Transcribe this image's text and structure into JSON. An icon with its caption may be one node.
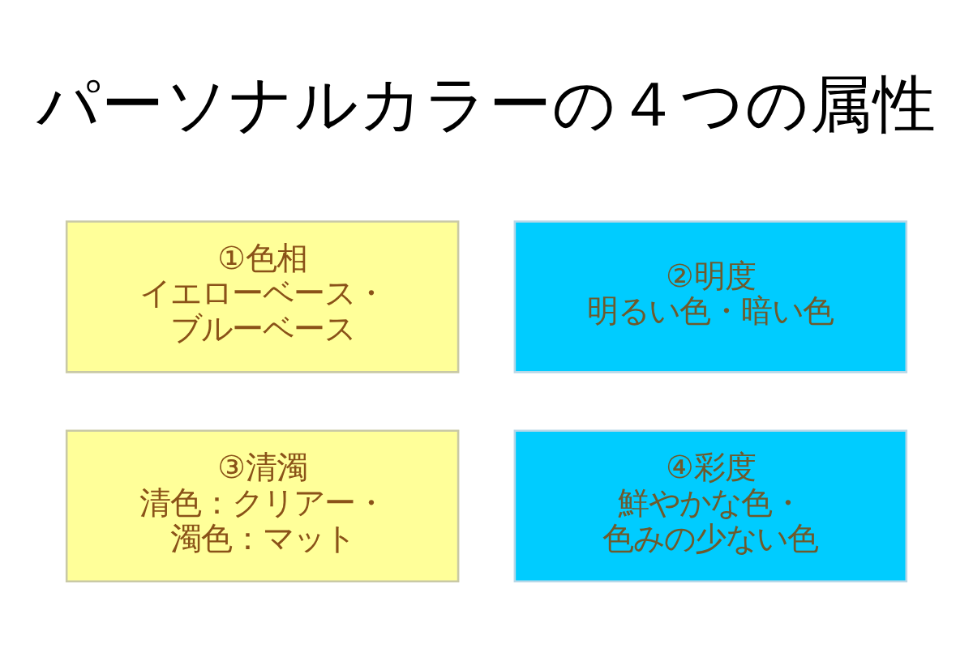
{
  "diagram": {
    "title": "パーソナルカラーの４つの属性",
    "nodes": [
      {
        "text": [
          "①色相",
          "イエローベース・ブルーベース"
        ]
      },
      {
        "text": [
          "②明度",
          "明るい色・暗い色"
        ]
      },
      {
        "text": [
          "③清濁",
          "清色：クリアー・濁色：マット"
        ]
      },
      {
        "text": [
          "④彩度",
          "鮮やかな色・色みの少ない色"
        ]
      }
    ]
  }
}
